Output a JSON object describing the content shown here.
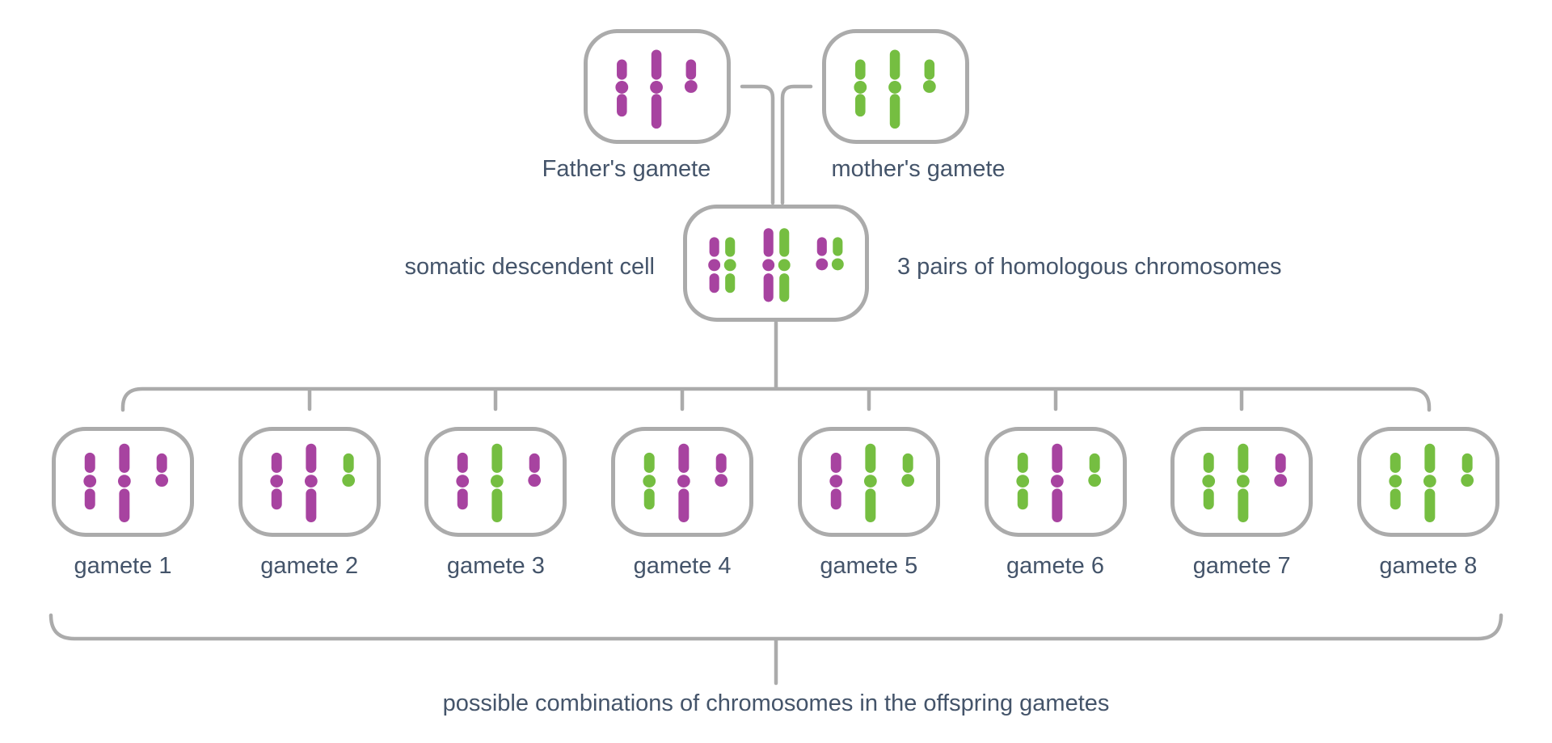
{
  "colors": {
    "father_chromosome": "#A743A0",
    "mother_chromosome": "#75BE41",
    "outline": "#ABABAB",
    "text": "#44546A",
    "background": "#FFFFFF"
  },
  "parents": {
    "father": {
      "label": "Father's gamete",
      "chromosomes": [
        "father",
        "father",
        "father"
      ]
    },
    "mother": {
      "label": "mother's gamete",
      "chromosomes": [
        "mother",
        "mother",
        "mother"
      ]
    }
  },
  "somatic": {
    "left_label": "somatic descendent cell",
    "right_label": "3 pairs of homologous chromosomes",
    "pairs": [
      [
        "father",
        "mother"
      ],
      [
        "father",
        "mother"
      ],
      [
        "father",
        "mother"
      ]
    ]
  },
  "chromosome_sizes": [
    "medium",
    "tall",
    "short"
  ],
  "gametes": [
    {
      "label": "gamete 1",
      "chromosomes": [
        "father",
        "father",
        "father"
      ]
    },
    {
      "label": "gamete 2",
      "chromosomes": [
        "father",
        "father",
        "mother"
      ]
    },
    {
      "label": "gamete 3",
      "chromosomes": [
        "father",
        "mother",
        "father"
      ]
    },
    {
      "label": "gamete 4",
      "chromosomes": [
        "mother",
        "father",
        "father"
      ]
    },
    {
      "label": "gamete 5",
      "chromosomes": [
        "father",
        "mother",
        "mother"
      ]
    },
    {
      "label": "gamete 6",
      "chromosomes": [
        "mother",
        "father",
        "mother"
      ]
    },
    {
      "label": "gamete 7",
      "chromosomes": [
        "mother",
        "mother",
        "father"
      ]
    },
    {
      "label": "gamete 8",
      "chromosomes": [
        "mother",
        "mother",
        "mother"
      ]
    }
  ],
  "caption": "possible combinations of chromosomes in the offspring gametes"
}
